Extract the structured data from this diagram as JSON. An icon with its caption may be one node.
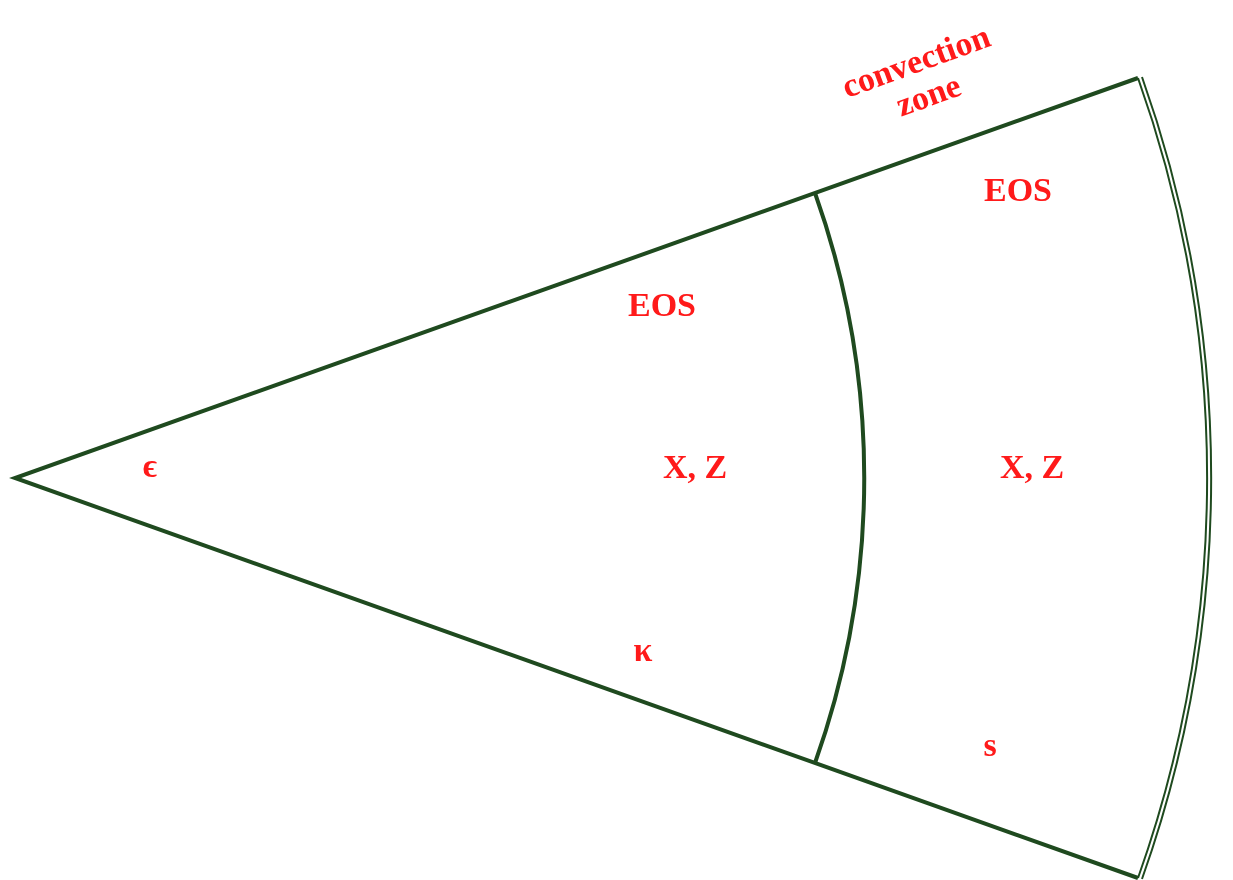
{
  "diagram": {
    "labels": [
      "convection zone",
      "EOS",
      "EOS",
      "ϵ",
      "X, Z",
      "X, Z",
      "κ",
      "s"
    ]
  }
}
